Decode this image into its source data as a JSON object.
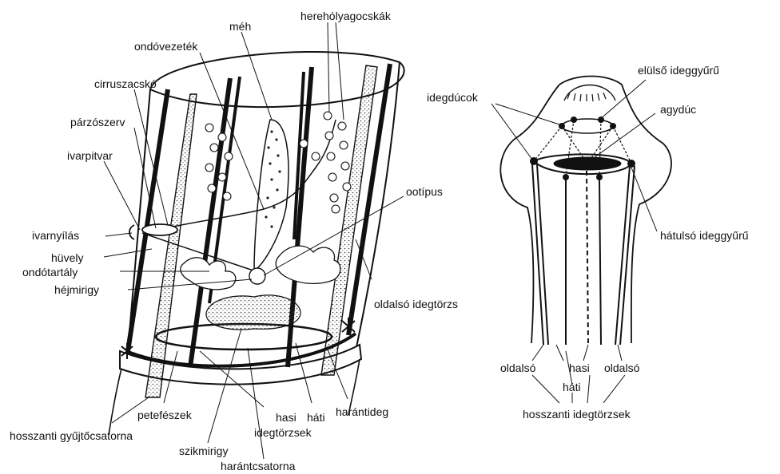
{
  "left_panel": {
    "labels": {
      "meh": "méh",
      "herehólyagocskak": "herehólyagocskák",
      "ondovezetek": "ondóvezeték",
      "cirruszacsko": "cirruszacskó",
      "parzoszerv": "párzószerv",
      "ivarpitvar": "ivarpitvar",
      "ivarnyilas": "ivarnyílás",
      "huvely": "hüvely",
      "ondotartaly": "ondótartály",
      "hejmirigy": "héjmirigy",
      "ootipus": "ootípus",
      "oldalso_idegtorzs": "oldalsó idegtörzs",
      "petefeszek": "petefészek",
      "hosszanti_gyujtocsatorna": "hosszanti gyűjtőcsatorna",
      "szikmirigy": "szikmirigy",
      "harantcsatorna": "harántcsatorna",
      "hasi": "hasi",
      "idegtorzsek": "idegtörzsek",
      "hati": "háti",
      "harantideg": "harántideg"
    }
  },
  "right_panel": {
    "labels": {
      "idegducok": "idegdúcok",
      "elulso_ideggyuru": "elülső ideggyűrű",
      "agyduc": "agydúc",
      "hatulso_ideggyuru": "hátulsó ideggyűrű",
      "oldalso_left": "oldalsó",
      "hasi": "hasi",
      "oldalso_right": "oldalsó",
      "hati": "háti",
      "hosszanti_idegtorzsek": "hosszanti idegtörzsek"
    }
  }
}
